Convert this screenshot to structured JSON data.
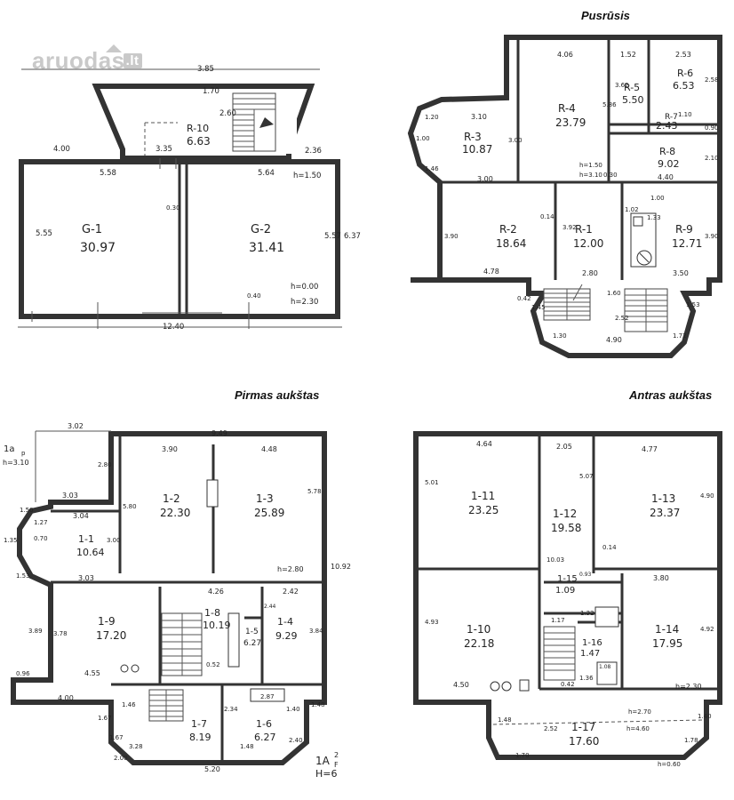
{
  "logo": {
    "name": "aruodas",
    "tld": ".lt"
  },
  "titles": {
    "basement": "Pusrūsis",
    "first": "Pirmas aukštas",
    "second": "Antras aukštas"
  },
  "garage": {
    "rooms": [
      {
        "id": "G-1",
        "area": "30.97"
      },
      {
        "id": "G-2",
        "area": "31.41"
      },
      {
        "id": "R-10",
        "area": "6.63"
      }
    ],
    "dims": [
      "3.85",
      "1.70",
      "2.60",
      "4.00",
      "3.35",
      "2.36",
      "5.58",
      "5.64",
      "h=1.50",
      "0.30",
      "5.55",
      "5.57",
      "6.37",
      "0.40",
      "h=0.00",
      "h=2.30",
      "12.40"
    ]
  },
  "basement": {
    "rooms": [
      {
        "id": "R-3",
        "area": "10.87"
      },
      {
        "id": "R-4",
        "area": "23.79"
      },
      {
        "id": "R-5",
        "area": "5.50"
      },
      {
        "id": "R-6",
        "area": "6.53"
      },
      {
        "id": "R-7",
        "area": "2.43"
      },
      {
        "id": "R-8",
        "area": "9.02"
      },
      {
        "id": "R-2",
        "area": "18.64"
      },
      {
        "id": "R-1",
        "area": "12.00"
      },
      {
        "id": "R-9",
        "area": "12.71"
      }
    ],
    "dims": [
      "4.06",
      "1.52",
      "2.53",
      "3.10",
      "1.20",
      "1.00",
      "1.46",
      "3.00",
      "5.86",
      "3.62",
      "2.58",
      "1.10",
      "0.90",
      "h=1.50",
      "h=3.10",
      "2.10",
      "3.00",
      "0.30",
      "4.40",
      "1.02",
      "1.00",
      "1.33",
      "0.14",
      "3.92",
      "3.90",
      "3.90",
      "4.78",
      "2.80",
      "3.50",
      "0.42",
      "1.45",
      "1.60",
      "2.52",
      "1.53",
      "1.30",
      "4.90",
      "1.72"
    ]
  },
  "first": {
    "rooms": [
      {
        "id": "1-2",
        "area": "22.30"
      },
      {
        "id": "1-3",
        "area": "25.89"
      },
      {
        "id": "1-1",
        "area": "10.64"
      },
      {
        "id": "1-9",
        "area": "17.20"
      },
      {
        "id": "1-8",
        "area": "10.19"
      },
      {
        "id": "1-4",
        "area": "9.29"
      },
      {
        "id": "1-5",
        "area": "6.27"
      },
      {
        "id": "1-7",
        "area": "8.19"
      },
      {
        "id": "1-6",
        "area": "6.27"
      }
    ],
    "dims": [
      "3.02",
      "9.49",
      "1a",
      "p",
      "h=3.10",
      "3.90",
      "4.48",
      "2.80",
      "3.03",
      "5.80",
      "3.04",
      "5.78",
      "1.50",
      "1.35",
      "3.00",
      "10.92",
      "1.27",
      "h=2.80",
      "0.70",
      "1.53",
      "3.03",
      "4.26",
      "2.42",
      "3.89",
      "3.78",
      "2.44",
      "3.84",
      "4.55",
      "0.52",
      "0.96",
      "4.00",
      "2.87",
      "1.67",
      "1.46",
      "2.34",
      "1.40",
      "1.48",
      "1.67",
      "3.28",
      "1.48",
      "2.40",
      "2.00",
      "5.20",
      "1A",
      "2",
      "F",
      "H=6"
    ]
  },
  "second": {
    "rooms": [
      {
        "id": "1-11",
        "area": "23.25"
      },
      {
        "id": "1-12",
        "area": "19.58"
      },
      {
        "id": "1-13",
        "area": "23.37"
      },
      {
        "id": "1-15",
        "area": "1.09"
      },
      {
        "id": "1-10",
        "area": "22.18"
      },
      {
        "id": "1-14",
        "area": "17.95"
      },
      {
        "id": "1-16",
        "area": "1.47"
      },
      {
        "id": "1-17",
        "area": "17.60"
      }
    ],
    "dims": [
      "4.64",
      "2.05",
      "4.77",
      "5.01",
      "5.07",
      "4.90",
      "10.03",
      "0.14",
      "0.93",
      "3.80",
      "4.93",
      "1.17",
      "1.32",
      "4.92",
      "4.50",
      "0.42",
      "1.36",
      "1.08",
      "h=2.30",
      "h=2.70",
      "1.48",
      "2.52",
      "h=4.60",
      "1.40",
      "1.78",
      "1.70",
      "h=0.60"
    ]
  }
}
